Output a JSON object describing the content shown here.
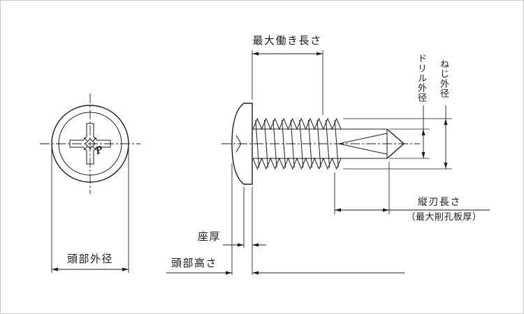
{
  "diagram": {
    "type": "technical-drawing",
    "subject": "self-drilling wafer-head screw dimension diagram",
    "colors": {
      "line": "#1a1a1a",
      "background": "#ffffff"
    },
    "labels": {
      "max_working_length": "最大働き長さ",
      "drill_outer_diameter": "ドリル外径",
      "thread_outer_diameter": "ねじ外径",
      "flute_length": "縦刃長さ",
      "flute_length_note": "（最大削孔板厚）",
      "seat_thickness": "座厚",
      "head_height": "頭部高さ",
      "head_outer_diameter": "頭部外径",
      "head_marking": "P"
    }
  }
}
